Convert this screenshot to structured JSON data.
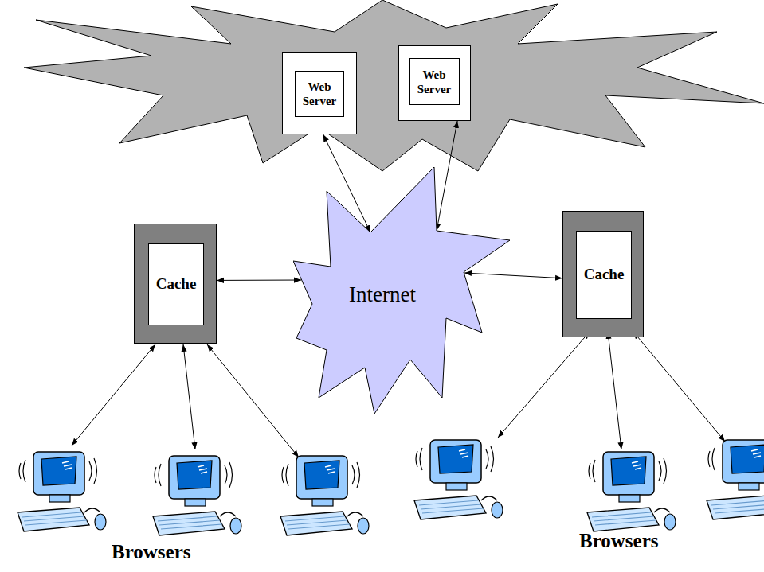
{
  "diagram": {
    "nodes": [
      {
        "text": [
          "Web Server"
        ]
      },
      {
        "text": [
          "Web Server"
        ]
      },
      {
        "text": [
          "Cache"
        ]
      },
      {
        "text": [
          "Internet"
        ]
      },
      {
        "text": [
          "Cache"
        ]
      }
    ],
    "edges": [
      {
        "from": 0,
        "to": 3,
        "arrow": "both"
      },
      {
        "from": 1,
        "to": 3,
        "arrow": "both"
      },
      {
        "from": 2,
        "to": 3,
        "arrow": "both"
      },
      {
        "from": 3,
        "to": 4,
        "arrow": "both"
      }
    ],
    "labels": [
      "Browsers",
      "Browsers"
    ]
  }
}
